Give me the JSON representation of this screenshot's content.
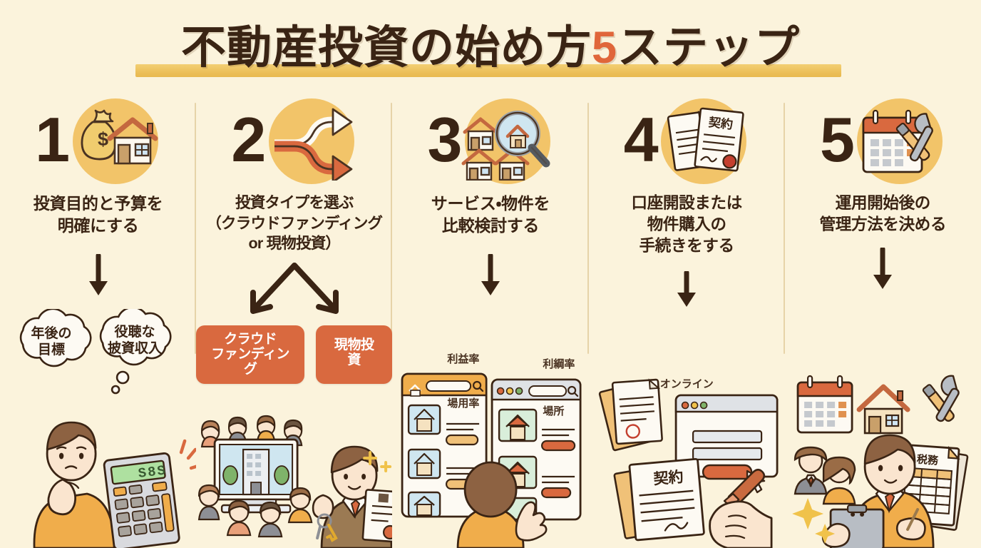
{
  "page": {
    "title": "不動産投資の始め方5ステップ",
    "title_prefix": "不動産投資の始め方",
    "title_number": "5",
    "title_suffix": "ステップ",
    "background_color": "#fbf3dc",
    "accent_color": "#e0663a",
    "circle_color": "#f2c469",
    "text_color": "#3a2414",
    "band_color": "#ecc05a",
    "divider_color": "#e6d3a8"
  },
  "steps": [
    {
      "number": "1",
      "caption": "投資目的と予算を\n明確にする",
      "icon": "money-bag-and-house-icon",
      "arrow": "down-arrow",
      "illustration": {
        "name": "thinking-person-with-calculator",
        "thought_bubbles": [
          "年後の\n目標",
          "役聴な\n披資収入"
        ],
        "calculator_display": "S8S"
      }
    },
    {
      "number": "2",
      "caption": "投資タイプを選ぶ\n（クラウドファンディング\nor 現物投資）",
      "icon": "branching-arrows-icon",
      "arrow": "split-arrow",
      "illustration": {
        "name": "crowdfunding-vs-physical-investment",
        "tags": [
          "クラウド\nファンディング",
          "現物投資"
        ]
      }
    },
    {
      "number": "3",
      "caption": "サービス・物件を\n比較検討する",
      "icon": "houses-with-magnifier-icon",
      "arrow": "down-arrow",
      "illustration": {
        "name": "comparing-property-listings-on-screens",
        "left_panel_labels": [
          "利益率",
          "場用率"
        ],
        "right_panel_labels": [
          "利綱率",
          "場所"
        ]
      }
    },
    {
      "number": "4",
      "caption": "口座開設または\n物件購入の\n手続きをする",
      "icon": "contract-documents-icon",
      "arrow": "down-arrow",
      "illustration": {
        "name": "signing-contract-and-online-form",
        "document_label": "契約",
        "browser_label": "オンライン"
      }
    },
    {
      "number": "5",
      "caption": "運用開始後の\n管理方法を決める",
      "icon": "calendar-with-tools-icon",
      "arrow": "down-arrow",
      "illustration": {
        "name": "property-management-after-launch",
        "document_label": "税務"
      }
    }
  ]
}
